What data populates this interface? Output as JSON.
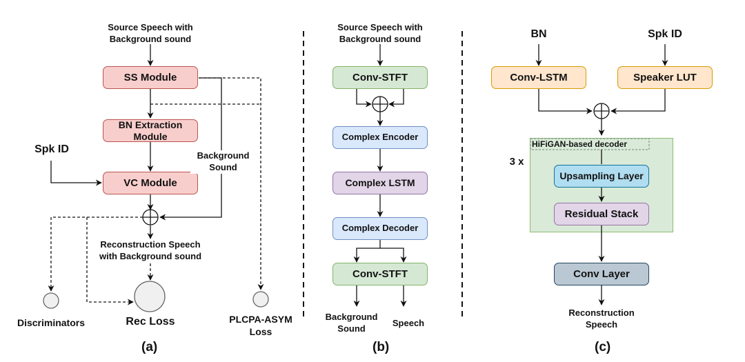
{
  "panel_a": {
    "input_label": "Source Speech with\nBackground sound",
    "ss_module": "SS Module",
    "bn_module": "BN Extraction Module",
    "vc_module": "VC Module",
    "spk_id": "Spk ID",
    "background_sound": "Background\nSound",
    "output_label": "Reconstruction Speech\nwith Background sound",
    "discriminators": "Discriminators",
    "rec_loss": "Rec Loss",
    "plcpa_loss": "PLCPA-ASYM\nLoss",
    "caption": "(a)"
  },
  "panel_b": {
    "input_label": "Source Speech with\nBackground sound",
    "conv_stft_top": "Conv-STFT",
    "encoder": "Complex Encoder",
    "lstm": "Complex LSTM",
    "decoder": "Complex Decoder",
    "conv_stft_bottom": "Conv-STFT",
    "out_background": "Background\nSound",
    "out_speech": "Speech",
    "caption": "(b)"
  },
  "panel_c": {
    "bn_label": "BN",
    "spk_label": "Spk ID",
    "conv_lstm": "Conv-LSTM",
    "speaker_lut": "Speaker LUT",
    "decoder_title": "HiFiGAN-based decoder",
    "repeat": "3 x",
    "upsampling": "Upsampling Layer",
    "residual": "Residual Stack",
    "conv_layer": "Conv Layer",
    "output_label": "Reconstruction\nSpeech",
    "caption": "(c)"
  },
  "colors": {
    "pink_fill": "#f8cecc",
    "green_fill": "#d5e8d4",
    "blue_fill": "#dae8fc",
    "purple_fill": "#e1d5e7",
    "orange_fill": "#ffe6cc",
    "gray_fill": "#bac8d3",
    "light_blue_fill": "#b1ddf0"
  }
}
